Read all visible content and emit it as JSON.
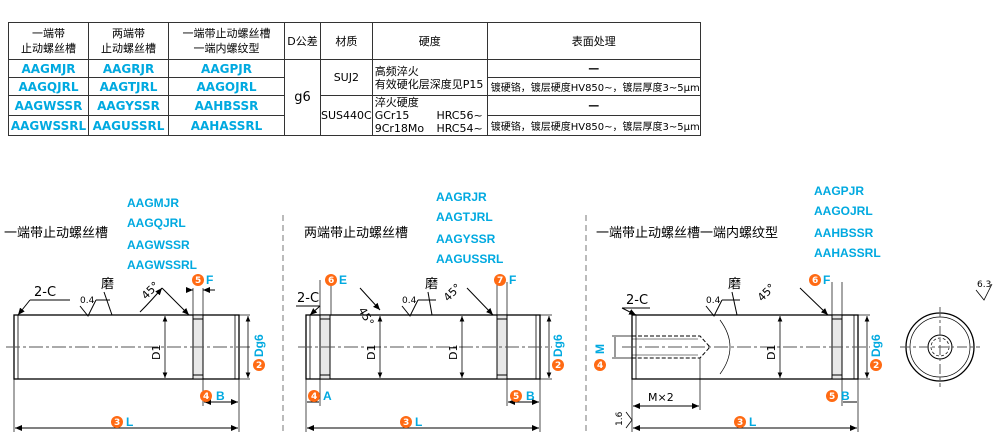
{
  "table": {
    "headers": {
      "col1": [
        "一端带",
        "止动螺丝槽"
      ],
      "col2": [
        "两端带",
        "止动螺丝槽"
      ],
      "col3": [
        "一端带止动螺丝槽",
        "一端内螺纹型"
      ],
      "d_tol": "D公差",
      "material": "材质",
      "hardness": "硬度",
      "surface": "表面处理"
    },
    "rows": [
      {
        "c1": "AAGMJR",
        "c2": "AAGRJR",
        "c3": "AAGPJR"
      },
      {
        "c1": "AAGQJRL",
        "c2": "AAGTJRL",
        "c3": "AAGOJRL"
      },
      {
        "c1": "AAGWSSR",
        "c2": "AAGYSSR",
        "c3": "AAHBSSR"
      },
      {
        "c1": "AAGWSSRL",
        "c2": "AAGUSSRL",
        "c3": "AAHASSRL"
      }
    ],
    "d_tolerance": "g6",
    "materials": [
      "SUJ2",
      "SUS440C"
    ],
    "hardness_suj2": [
      "高频淬火",
      "有效硬化层深度见P15"
    ],
    "hardness_sus_title": "淬火硬度",
    "hardness_sus": [
      {
        "steel": "GCr15",
        "value": "HRC56~"
      },
      {
        "steel": "9Cr18Mo",
        "value": "HRC54~"
      }
    ],
    "surface": [
      "—",
      "镀硬铬，镀层硬度HV850~，镀层厚度3~5μm",
      "—",
      "镀硬铬，镀层硬度HV850~，镀层厚度3~5μm"
    ]
  },
  "drawings": {
    "d1": {
      "codes": [
        "AAGMJR",
        "AAGQJRL",
        "AAGWSSR",
        "AAGWSSRL"
      ],
      "title": "一端带止动螺丝槽",
      "chamfer": "2-C",
      "rough": "0.4",
      "grind": "磨",
      "angle": "45°",
      "d1": "D1",
      "dg6": "Dg6",
      "markers": {
        "f": "5",
        "d": "2",
        "b": "4",
        "l": "3"
      },
      "labels": {
        "f": "F",
        "b": "B",
        "l": "L"
      }
    },
    "d2": {
      "codes": [
        "AAGRJR",
        "AAGTJRL",
        "AAGYSSR",
        "AAGUSSRL"
      ],
      "title": "两端带止动螺丝槽",
      "chamfer": "2-C",
      "rough": "0.4",
      "grind": "磨",
      "angle": "45°",
      "d1": "D1",
      "dg6": "Dg6",
      "markers": {
        "e": "6",
        "f": "7",
        "d": "2",
        "a": "4",
        "b": "5",
        "l": "3"
      },
      "labels": {
        "e": "E",
        "f": "F",
        "a": "A",
        "b": "B",
        "l": "L"
      }
    },
    "d3": {
      "codes": [
        "AAGPJR",
        "AAGOJRL",
        "AAHBSSR",
        "AAHASSRL"
      ],
      "title": "一端带止动螺丝槽一端内螺纹型",
      "chamfer": "2-C",
      "rough": "0.4",
      "grind": "磨",
      "angle": "45°",
      "d1": "D1",
      "dg6": "Dg6",
      "mx2": "M×2",
      "rough2": "1.6",
      "markers": {
        "f": "6",
        "d": "2",
        "m": "4",
        "b": "5",
        "l": "3"
      },
      "labels": {
        "f": "F",
        "m": "M",
        "b": "B",
        "l": "L"
      }
    },
    "corner_rough": "6.3"
  }
}
